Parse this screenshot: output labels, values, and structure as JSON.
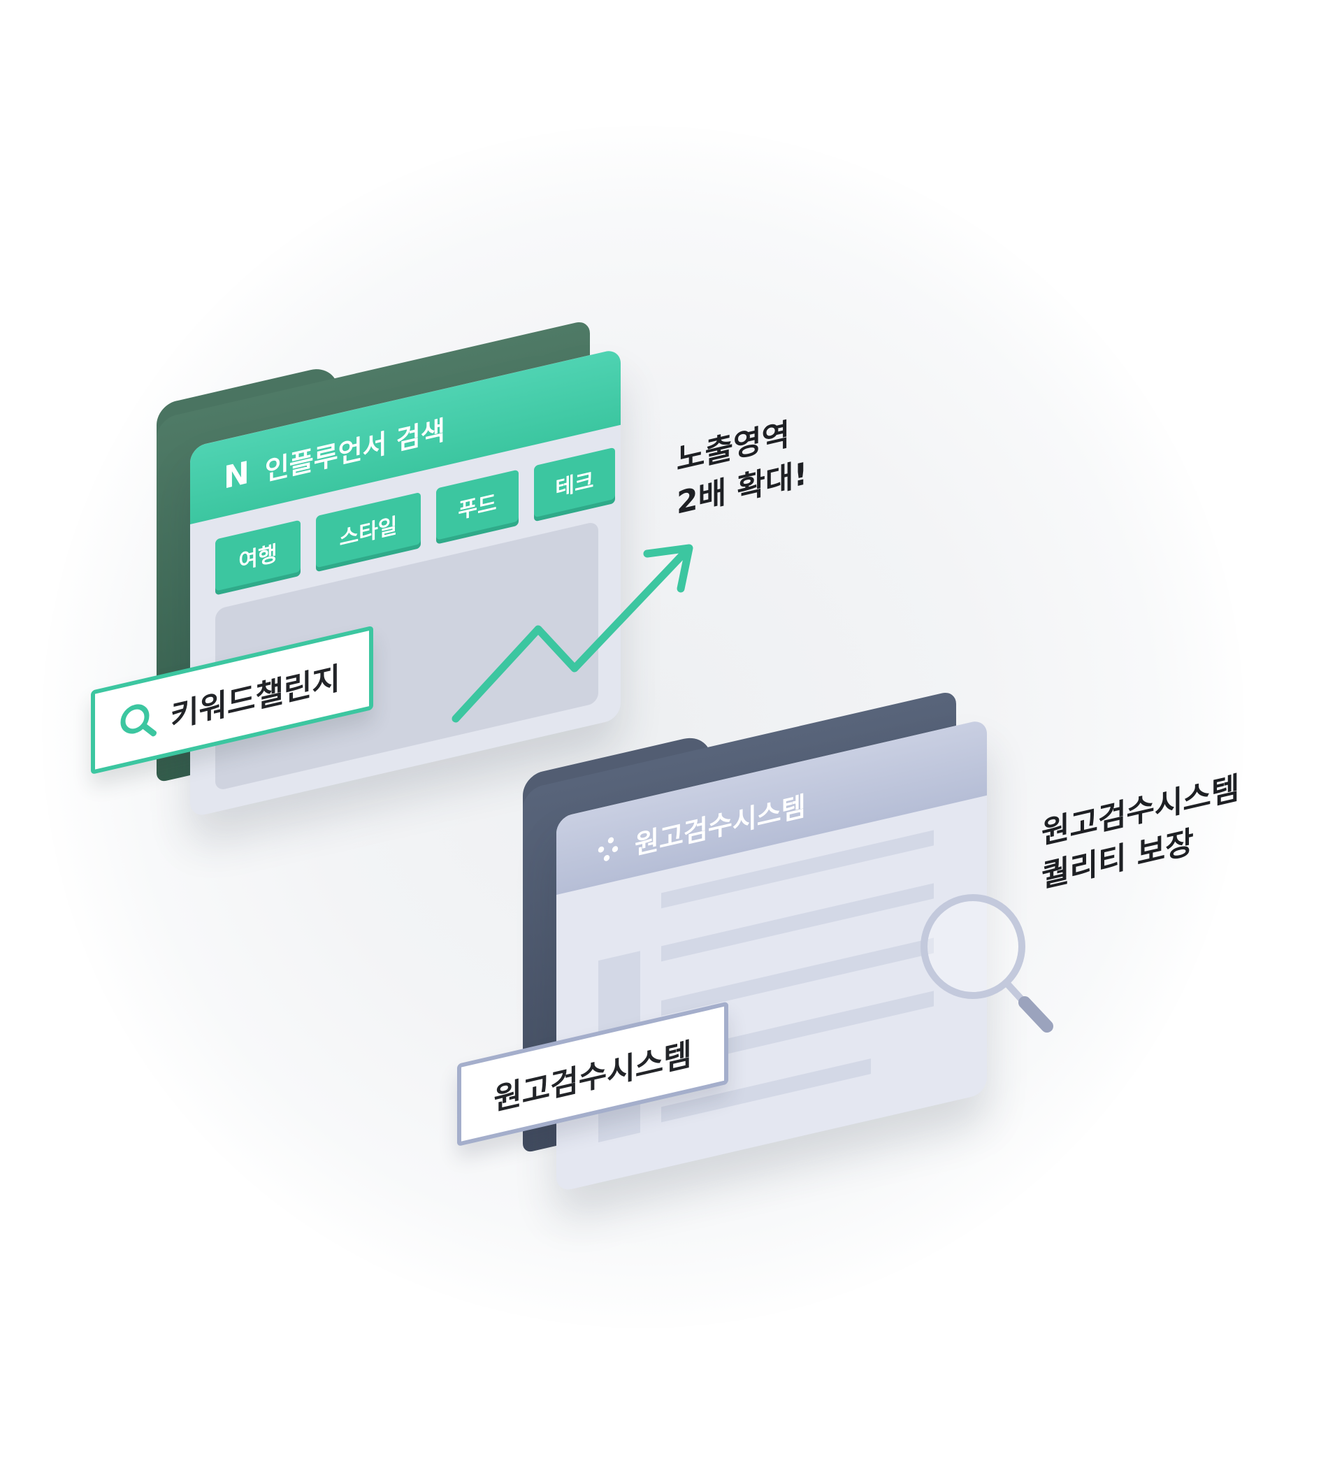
{
  "influencer_folder": {
    "logo": "N",
    "title": "인플루언서 검색",
    "tabs": [
      "여행",
      "스타일",
      "푸드",
      "테크"
    ],
    "search_chip": "키워드챌린지"
  },
  "exposure_caption": {
    "line1": "노출영역",
    "line2": "2배 확대!"
  },
  "review_folder": {
    "title": "원고검수시스템",
    "chip": "원고검수시스템"
  },
  "quality_caption": {
    "line1": "원고검수시스템",
    "line2": "퀄리티 보장"
  },
  "colors": {
    "green_accent": "#3cc6a0",
    "green_dark": "#355f4d",
    "slate_dark": "#434d60",
    "slate_light": "#b6bed6"
  },
  "icons": {
    "search": "search-icon",
    "trend": "trend-arrow-icon",
    "magnifier": "magnifier-icon",
    "dots": "dots-logo-icon"
  }
}
